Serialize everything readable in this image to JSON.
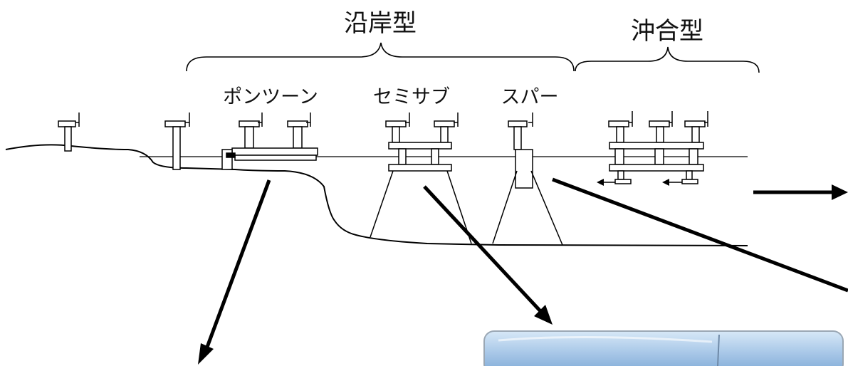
{
  "labels": {
    "coastal": "沿岸型",
    "offshore": "沖合型",
    "pontoon": "ポンツーン",
    "semisub": "セミサブ",
    "spar": "スパー"
  },
  "colors": {
    "line": "#000000",
    "photo_top": "#cfe3f5",
    "photo_mid": "#8fb6dd",
    "photo_edge": "#9aa7b4"
  }
}
